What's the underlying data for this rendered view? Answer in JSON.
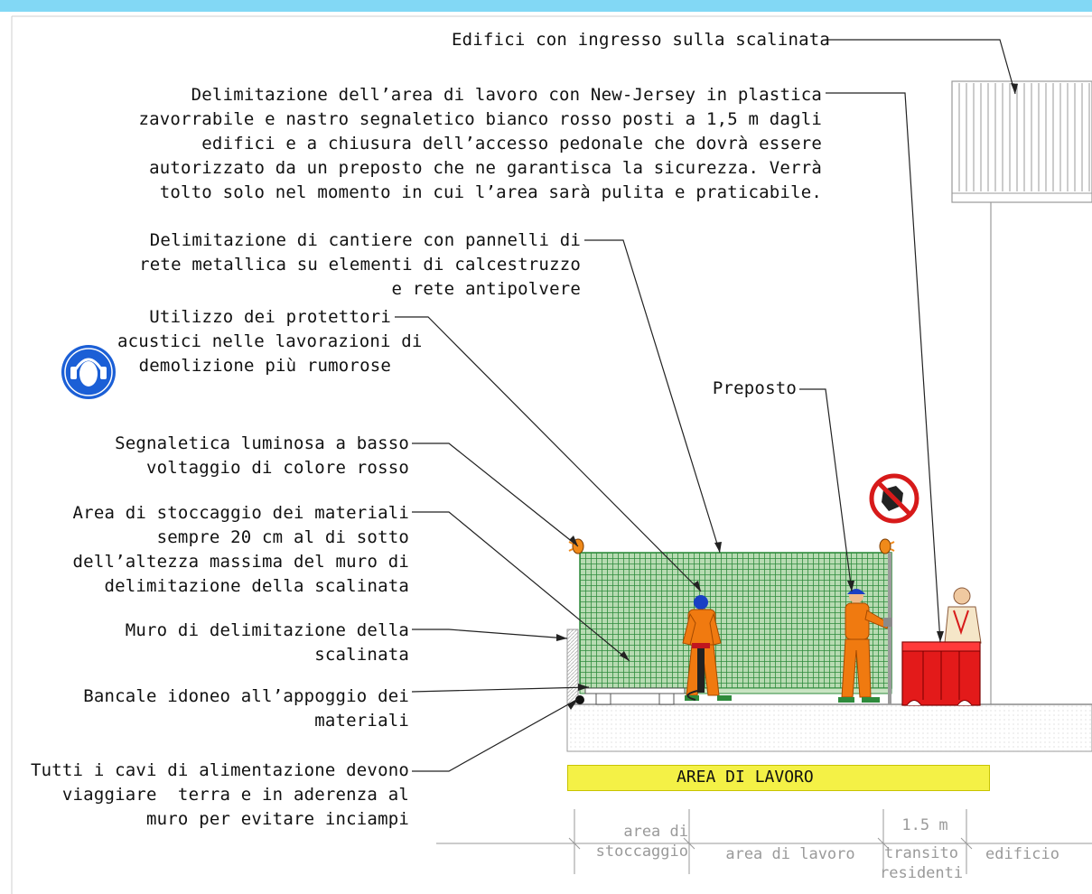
{
  "labels": {
    "edifici": "Edifici con ingresso sulla scalinata",
    "newjersey": "Delimitazione dell’area di lavoro con New-Jersey in plastica\nzavorrabile e nastro segnaletico bianco rosso posti a 1,5 m dagli\nedifici e a chiusura dell’accesso pedonale che dovrà essere\nautorizzato da un preposto che ne garantisca la sicurezza. Verrà\ntolto solo nel momento in cui l’area sarà pulita e praticabile.",
    "cantiere": "Delimitazione di cantiere con pannelli di\nrete metallica su elementi di calcestruzzo\ne rete antipolvere",
    "protettori": "Utilizzo dei protettori\nacustici nelle lavorazioni di\ndemolizione più rumorose",
    "preposto": "Preposto",
    "segnaletica": "Segnaletica luminosa a basso\nvoltaggio di colore rosso",
    "stoccaggio": "Area di stoccaggio dei materiali\nsempre 20 cm al di sotto\ndell’altezza massima del muro di\ndelimitazione della scalinata",
    "muro": "Muro di delimitazione della\nscalinata",
    "bancale": "Bancale idoneo all’appoggio dei\nmateriali",
    "cavi": "Tutti i cavi di alimentazione devono\nviaggiare  terra e in aderenza al\nmuro per evitare inciampi"
  },
  "area_label": "AREA DI LAVORO",
  "dimensions": {
    "area_stoccaggio": "area di\nstoccaggio",
    "area_lavoro": "area di lavoro",
    "distance": "1.5 m",
    "transito": "transito\nresidenti",
    "edificio": "edificio"
  },
  "icons": [
    "ear-protection-sign-icon",
    "no-entry-hand-sign-icon",
    "warning-lamp-icon",
    "worker-icon",
    "supervisor-icon",
    "resident-icon"
  ],
  "colors": {
    "top_bar": "#82d8f5",
    "fence": "#2e8b3c",
    "jersey_barrier": "#e31a1a",
    "area_fill": "#f4f146",
    "worker_suit": "#f07a10",
    "helmet": "#1a3fc4",
    "sign_blue": "#1b5fd6"
  }
}
